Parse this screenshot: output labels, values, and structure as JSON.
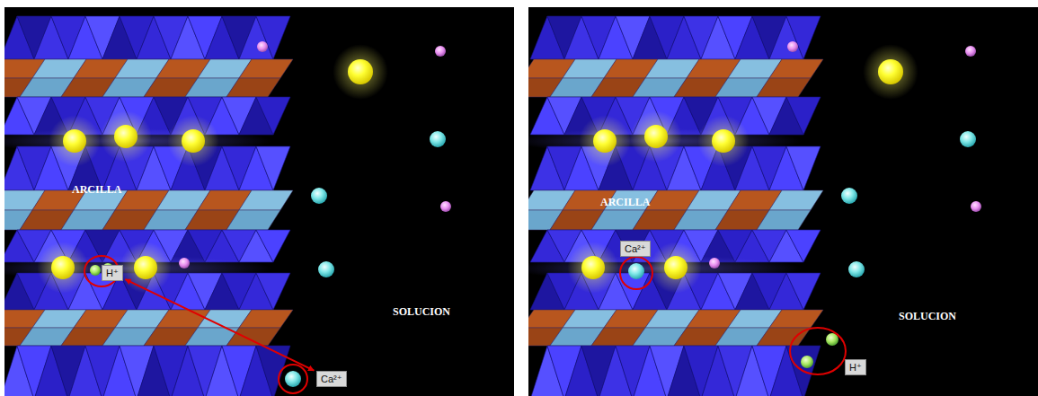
{
  "diagram": {
    "nodes": [
      {
        "text": [
          "H⁺"
        ]
      },
      {
        "text": [
          "Ca²⁺"
        ]
      },
      {
        "text": [
          "Ca²⁺"
        ]
      },
      {
        "text": [
          "H⁺"
        ]
      }
    ],
    "edges": [
      {
        "from": 0,
        "to": 1,
        "arrow": "both"
      }
    ],
    "labels": [
      "ARCILLA",
      "SOLUCION",
      "ARCILLA",
      "SOLUCION"
    ]
  }
}
